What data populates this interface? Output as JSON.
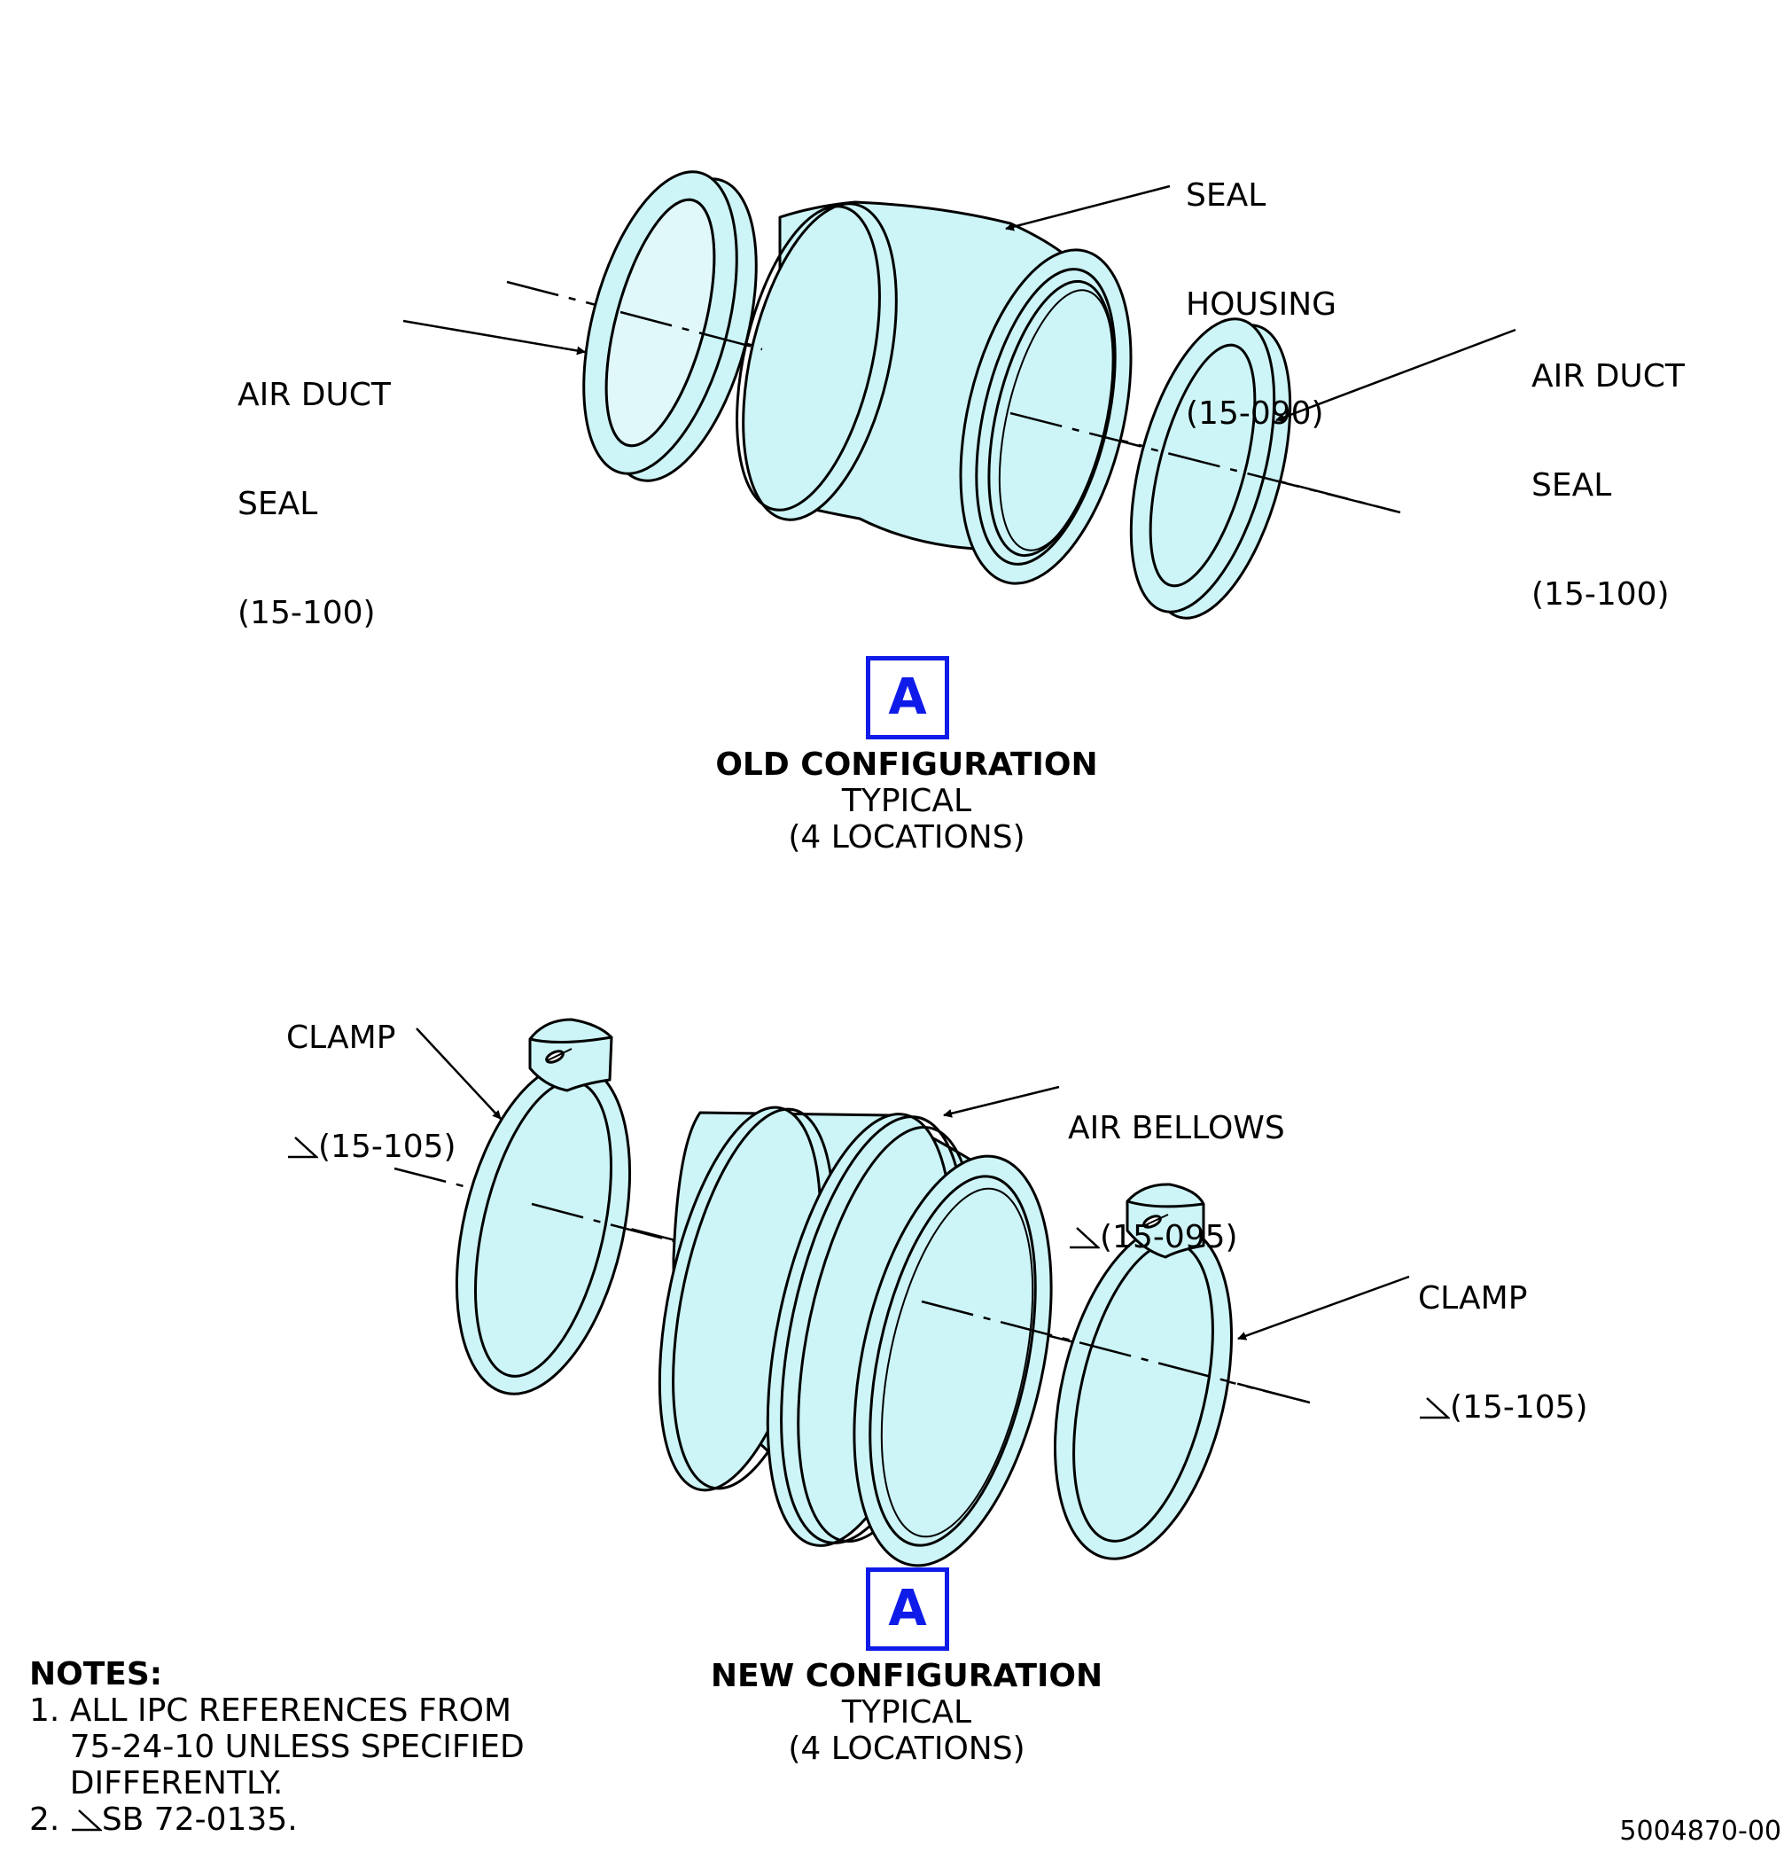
{
  "colors": {
    "part_fill": "#cdf5f7",
    "outline": "#000000",
    "view_tag": "#0f1be8"
  },
  "labels": {
    "seal_housing": [
      "SEAL",
      "HOUSING",
      "(15-090)"
    ],
    "air_duct_seal_left": [
      "AIR DUCT",
      "SEAL",
      "(15-100)"
    ],
    "air_duct_seal_right": [
      "AIR DUCT",
      "SEAL",
      "(15-100)"
    ],
    "clamp_left": [
      "CLAMP",
      "(15-105)"
    ],
    "air_bellows": [
      "AIR BELLOWS",
      "(15-095)"
    ],
    "clamp_right": [
      "CLAMP",
      "(15-105)"
    ]
  },
  "views": {
    "old": {
      "tag": "A",
      "title": "OLD CONFIGURATION",
      "line2": "TYPICAL",
      "line3": "(4 LOCATIONS)"
    },
    "new": {
      "tag": "A",
      "title": "NEW CONFIGURATION",
      "line2": "TYPICAL",
      "line3": "(4 LOCATIONS)"
    }
  },
  "notes": {
    "heading": "NOTES:",
    "items": [
      "1. ALL IPC REFERENCES FROM",
      "    75-24-10 UNLESS SPECIFIED",
      "    DIFFERENTLY.",
      "2.",
      "SB 72-0135."
    ]
  },
  "doc_number": "5004870-00"
}
